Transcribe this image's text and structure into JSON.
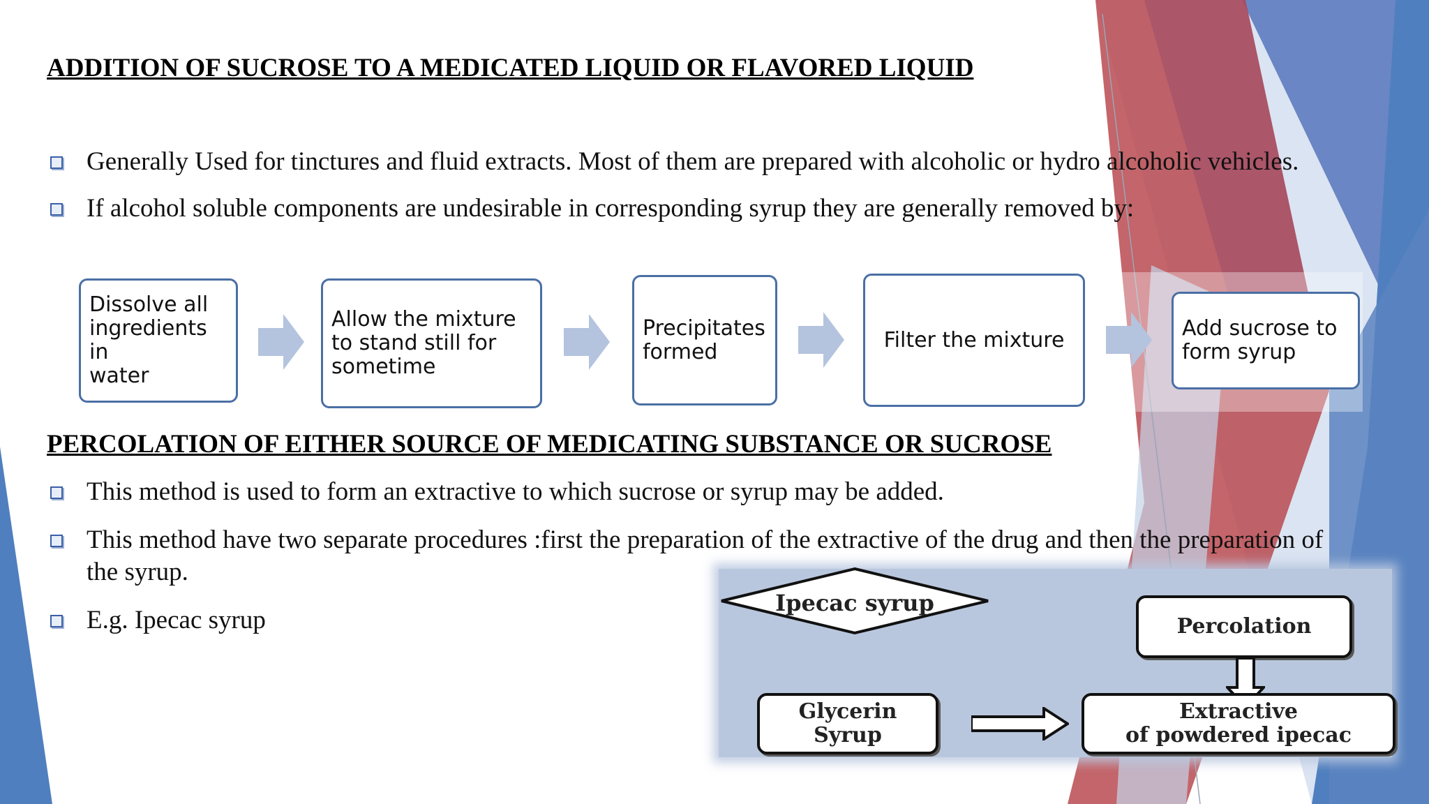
{
  "title1": "ADDITION OF SUCROSE TO A MEDICATED LIQUID OR FLAVORED LIQUID",
  "bullets1": [
    "Generally Used for tinctures and fluid extracts. Most of them are prepared with alcoholic or hydro alcoholic vehicles.",
    "If alcohol soluble components are undesirable in corresponding syrup they are generally removed by:"
  ],
  "flow_steps": [
    [
      "Dissolve all",
      "ingredients in",
      "water"
    ],
    [
      "Allow the mixture",
      "to stand still for",
      "sometime"
    ],
    [
      "Precipitates",
      "formed"
    ],
    [
      "Filter the mixture"
    ],
    [
      "Add sucrose to",
      "form syrup"
    ]
  ],
  "title2": "PERCOLATION OF EITHER SOURCE OF MEDICATING SUBSTANCE OR SUCROSE",
  "bullets2": [
    "This method is used to form an extractive to which sucrose or syrup may be added.",
    "This method have two separate procedures :first the preparation of the extractive of the drug and then the preparation of the syrup.",
    "E.g. Ipecac syrup"
  ],
  "ipecac_diagram": {
    "diamond": "Ipecac syrup",
    "percolation": "Percolation",
    "glycerin": [
      "Glycerin",
      "Syrup"
    ],
    "extractive": [
      "Extractive",
      "of powdered ipecac"
    ]
  },
  "colors": {
    "red": "#b94a4f",
    "blue": "#4f7fbf",
    "light_blue": "#c5d4ea",
    "box_border": "#4a6fa5",
    "arrow": "#b4c3de"
  }
}
